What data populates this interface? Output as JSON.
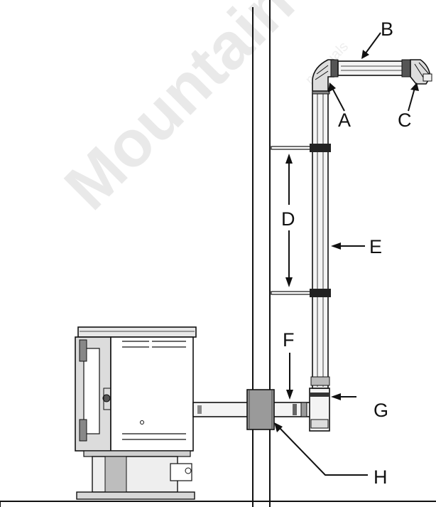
{
  "labels": {
    "A": "A",
    "B": "B",
    "C": "C",
    "D": "D",
    "E": "E",
    "F": "F",
    "G": "G",
    "H": "H"
  },
  "watermark": {
    "main": "Mountain",
    "secondary": "manuals"
  }
}
